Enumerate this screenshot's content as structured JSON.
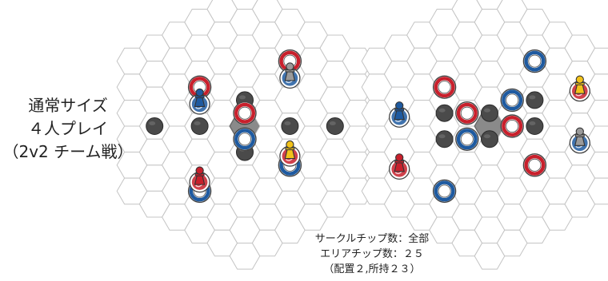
{
  "setup_label": {
    "line1": "通常サイズ",
    "line2": "４人プレイ",
    "line3": "（2v2 チーム戦）"
  },
  "info": {
    "circle_chips": "サークルチップ数：全部",
    "area_chips": "エリアチップ数：２５",
    "area_breakdown": "（配置２,所持２３）"
  },
  "colors": {
    "hex_fill": "#ffffff",
    "hex_stroke": "#c4c4c4",
    "center_hex": "#8a8a8a",
    "red": "#c8202c",
    "blue": "#1e5aa0",
    "yellow": "#f2c21a",
    "gray_pawn": "#9a9a9a",
    "area_chip": "#4a4a4a"
  },
  "boards": [
    {
      "name": "left-board",
      "grid_radius": 5,
      "center_hex": [
        0,
        0
      ],
      "ring_chips": [
        {
          "color": "red",
          "at": [
            -2,
            -3
          ]
        },
        {
          "color": "red",
          "at": [
            2,
            -5
          ]
        },
        {
          "color": "red",
          "at": [
            0,
            -1
          ]
        },
        {
          "color": "blue",
          "at": [
            0,
            1
          ]
        },
        {
          "color": "blue",
          "at": [
            -2,
            5
          ]
        },
        {
          "color": "blue",
          "at": [
            2,
            3
          ]
        }
      ],
      "area_chips": [
        [
          0,
          -2
        ],
        [
          -4,
          0
        ],
        [
          -2,
          0
        ],
        [
          2,
          0
        ],
        [
          4,
          0
        ],
        [
          0,
          2
        ]
      ],
      "pawns": [
        {
          "color": "blue",
          "base": "blue",
          "at": [
            -2,
            -2
          ]
        },
        {
          "color": "gray",
          "base": "blue",
          "at": [
            2,
            -4
          ]
        },
        {
          "color": "red",
          "base": "red",
          "at": [
            -2,
            4
          ]
        },
        {
          "color": "yellow",
          "base": "red",
          "at": [
            2,
            2
          ]
        }
      ]
    },
    {
      "name": "right-board",
      "grid_radius": 5,
      "center_hex": [
        0,
        0
      ],
      "ring_chips": [
        {
          "color": "red",
          "at": [
            -2,
            -3
          ]
        },
        {
          "color": "blue",
          "at": [
            2,
            -5
          ]
        },
        {
          "color": "red",
          "at": [
            -1,
            -1
          ]
        },
        {
          "color": "blue",
          "at": [
            1,
            -2
          ]
        },
        {
          "color": "blue",
          "at": [
            -1,
            1
          ]
        },
        {
          "color": "red",
          "at": [
            1,
            0
          ]
        },
        {
          "color": "blue",
          "at": [
            -2,
            5
          ]
        },
        {
          "color": "red",
          "at": [
            2,
            3
          ]
        }
      ],
      "area_chips": [
        [
          -2,
          -1
        ],
        [
          0,
          -1
        ],
        [
          2,
          -2
        ],
        [
          -2,
          1
        ],
        [
          0,
          1
        ],
        [
          2,
          0
        ]
      ],
      "pawns": [
        {
          "color": "blue",
          "base": "blue",
          "at": [
            -4,
            -1
          ]
        },
        {
          "color": "red",
          "base": "red",
          "at": [
            -4,
            3
          ]
        },
        {
          "color": "yellow",
          "base": "red",
          "at": [
            4,
            -3
          ]
        },
        {
          "color": "gray",
          "base": "blue",
          "at": [
            4,
            1
          ]
        }
      ]
    }
  ]
}
